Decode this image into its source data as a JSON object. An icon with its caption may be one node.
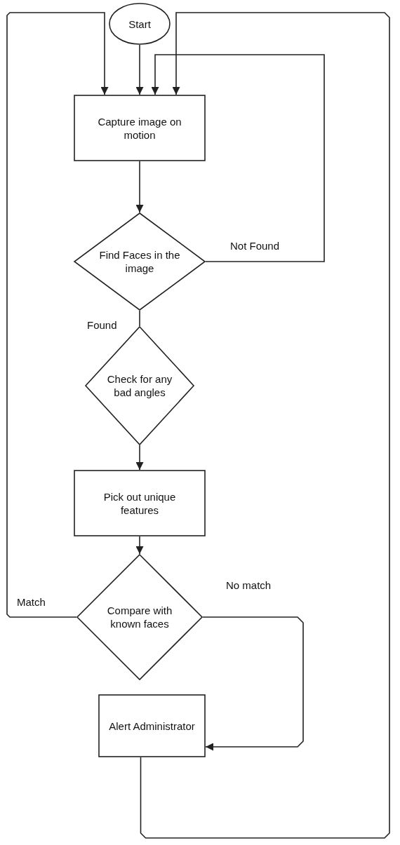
{
  "diagram": {
    "nodes": [
      {
        "text": [
          "Start"
        ]
      },
      {
        "text": [
          "Capture image on motion"
        ]
      },
      {
        "text": [
          "Find Faces in the image"
        ]
      },
      {
        "text": [
          "Check for any bad angles"
        ]
      },
      {
        "text": [
          "Pick out unique features"
        ]
      },
      {
        "text": [
          "Compare with known faces"
        ]
      },
      {
        "text": [
          "Alert Administrator"
        ]
      }
    ],
    "edges": [
      {
        "from": 0,
        "to": 1,
        "arrow": "to"
      },
      {
        "from": 1,
        "to": 2,
        "arrow": "to"
      },
      {
        "from": 2,
        "to": 1,
        "arrow": "to",
        "label": "Not Found"
      },
      {
        "from": 2,
        "to": 3,
        "arrow": "none",
        "label": "Found"
      },
      {
        "from": 3,
        "to": 4,
        "arrow": "to"
      },
      {
        "from": 4,
        "to": 5,
        "arrow": "to"
      },
      {
        "from": 5,
        "to": 1,
        "arrow": "to",
        "label": "Match"
      },
      {
        "from": 5,
        "to": 6,
        "arrow": "to",
        "label": "No match"
      },
      {
        "from": 6,
        "to": 1,
        "arrow": "to"
      }
    ]
  }
}
